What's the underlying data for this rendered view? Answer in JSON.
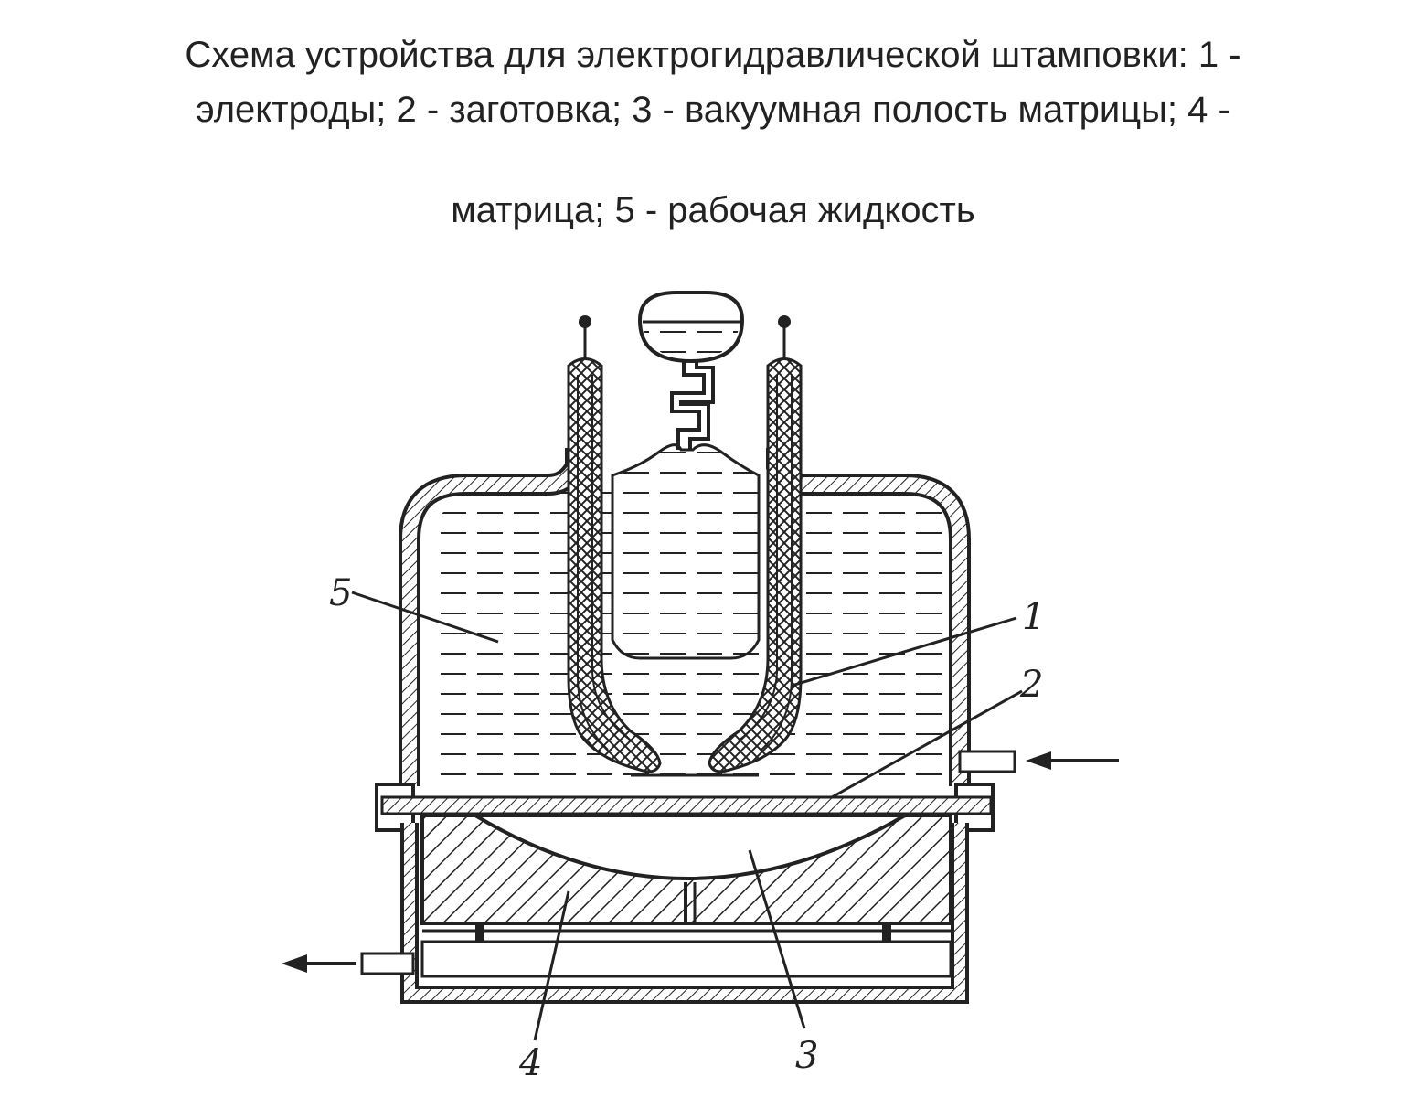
{
  "caption": {
    "line1": "Схема устройства для электрогидравлической штамповки: 1 -",
    "line2": "электроды; 2 - заготовка; 3 - вакуумная полость матрицы; 4 -",
    "line3": "матрица; 5 - рабочая жидкость"
  },
  "labels": {
    "n1": "1",
    "n2": "2",
    "n3": "3",
    "n4": "4",
    "n5": "5"
  },
  "colors": {
    "ink": "#222222",
    "background": "#ffffff"
  }
}
